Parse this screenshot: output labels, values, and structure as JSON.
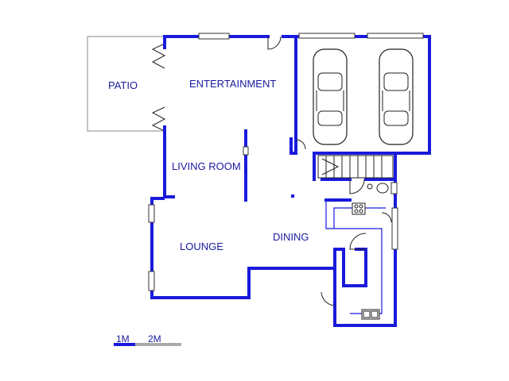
{
  "rooms": {
    "patio": "PATIO",
    "entertainment": "ENTERTAINMENT",
    "living_room": "LIVING ROOM",
    "lounge": "LOUNGE",
    "dining": "DINING"
  },
  "scale": {
    "label_1": "1M",
    "label_2": "2M"
  },
  "colors": {
    "wall": "#1a1adc",
    "text": "#1a1aa0"
  },
  "icons": [
    "car-icon",
    "car-icon",
    "stove-icon",
    "sink-icon",
    "toilet-icon",
    "basin-icon"
  ]
}
